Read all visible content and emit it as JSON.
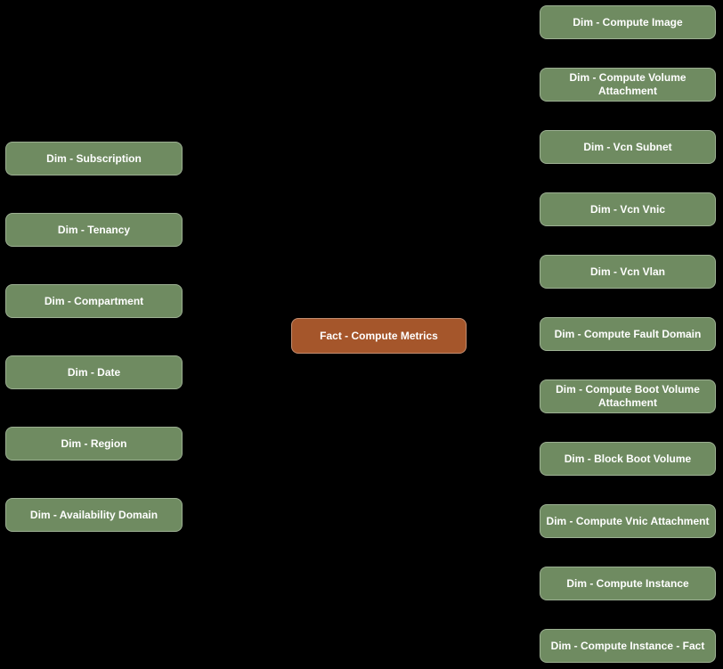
{
  "diagram": {
    "type": "data-model-star-schema",
    "background_color": "#000000",
    "text_color": "#ffffff",
    "dimension_color": "#6f8b61",
    "fact_color": "#a5562b",
    "fact": {
      "label": "Fact - Compute Metrics"
    },
    "left_nodes": [
      {
        "label": "Dim - Subscription"
      },
      {
        "label": "Dim - Tenancy"
      },
      {
        "label": "Dim - Compartment"
      },
      {
        "label": "Dim - Date"
      },
      {
        "label": "Dim - Region"
      },
      {
        "label": "Dim - Availability Domain"
      }
    ],
    "right_nodes": [
      {
        "label": "Dim - Compute Image"
      },
      {
        "label": "Dim - Compute Volume Attachment"
      },
      {
        "label": "Dim - Vcn Subnet"
      },
      {
        "label": "Dim - Vcn Vnic"
      },
      {
        "label": "Dim - Vcn Vlan"
      },
      {
        "label": "Dim - Compute Fault Domain"
      },
      {
        "label": "Dim - Compute Boot Volume Attachment"
      },
      {
        "label": "Dim - Block Boot Volume"
      },
      {
        "label": "Dim - Compute Vnic Attachment"
      },
      {
        "label": "Dim - Compute Instance"
      },
      {
        "label": "Dim - Compute Instance - Fact"
      }
    ]
  }
}
